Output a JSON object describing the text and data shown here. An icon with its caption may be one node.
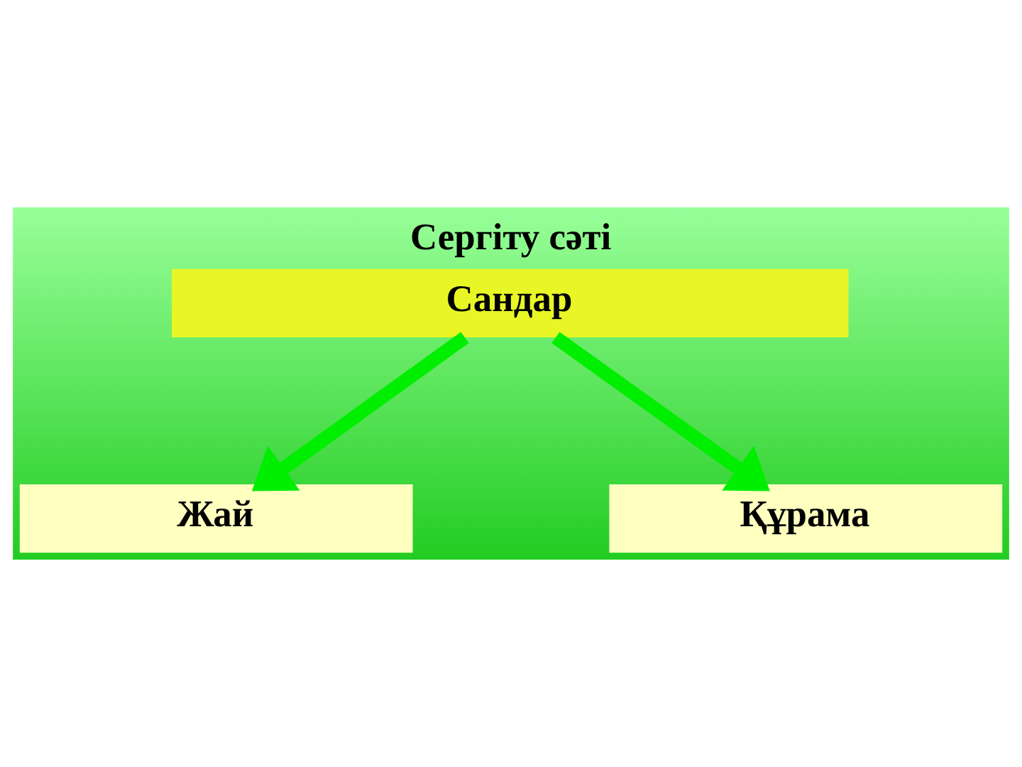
{
  "diagram": {
    "title": "Сергіту сәті",
    "nodes": [
      {
        "text": [
          "Сандар"
        ]
      },
      {
        "text": [
          "Жай"
        ]
      },
      {
        "text": [
          "Құрама"
        ]
      }
    ],
    "edges": [
      {
        "from": 0,
        "to": 1,
        "arrow": "to"
      },
      {
        "from": 0,
        "to": 2,
        "arrow": "to"
      }
    ]
  }
}
